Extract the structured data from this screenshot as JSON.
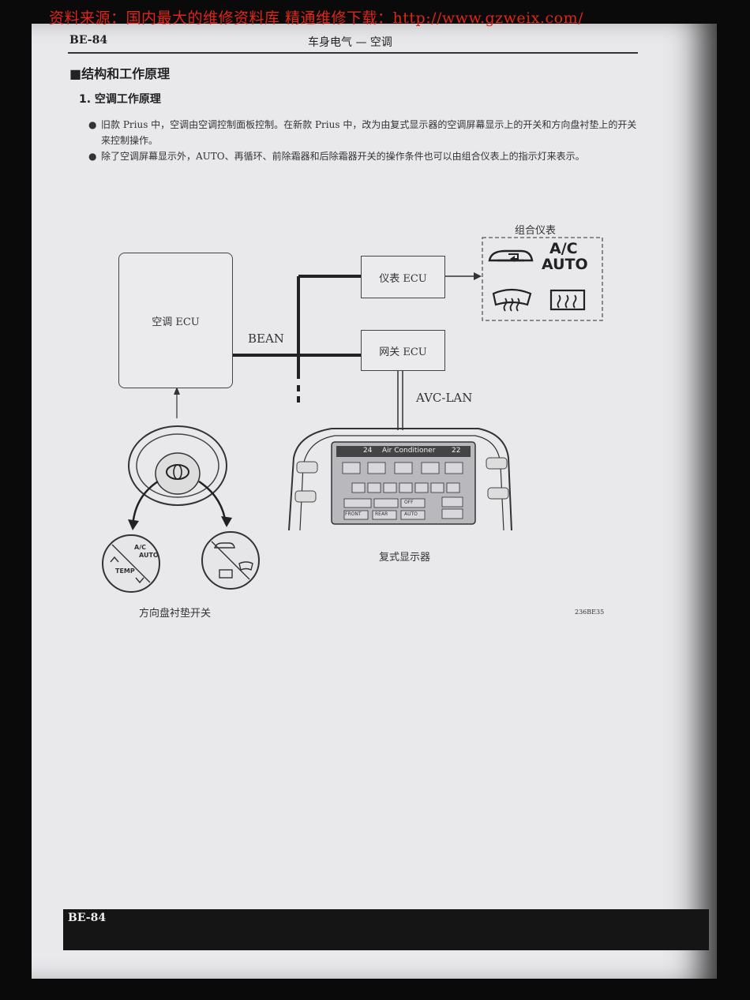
{
  "banner": "资料来源：国内最大的维修资料库 精通维修下载：http://www.gzweix.com/",
  "header": {
    "code": "BE-84",
    "title": "车身电气 — 空调"
  },
  "section_title": "■结构和工作原理",
  "subsection_title": "1.  空调工作原理",
  "bullets": [
    "旧款 Prius 中，空调由空调控制面板控制。在新款 Prius 中，改为由复式显示器的空调屏幕显示上的开关和方向盘衬垫上的开关来控制操作。",
    "除了空调屏幕显示外，AUTO、再循环、前除霜器和后除霜器开关的操作条件也可以由组合仪表上的指示灯来表示。"
  ],
  "diagram": {
    "ac_ecu": "空调 ECU",
    "meter_ecu": "仪表 ECU",
    "gateway_ecu": "网关 ECU",
    "bean": "BEAN",
    "avc_lan": "AVC-LAN",
    "combo_meter": "组合仪表",
    "ac_label": "A/C",
    "auto_label": "AUTO",
    "multi_display": "复式显示器",
    "steering_switch": "方向盘衬垫开关",
    "fig_code": "236BE35",
    "screen_title": "Air Conditioner",
    "screen_temp_left": "24",
    "screen_temp_right": "22",
    "sw_ac": "A/C",
    "sw_auto": "AUTO",
    "sw_temp": "TEMP",
    "btn_front": "FRONT",
    "btn_rear": "REAR",
    "btn_auto": "AUTO",
    "btn_off": "OFF"
  },
  "footer": {
    "code": "BE-84"
  }
}
